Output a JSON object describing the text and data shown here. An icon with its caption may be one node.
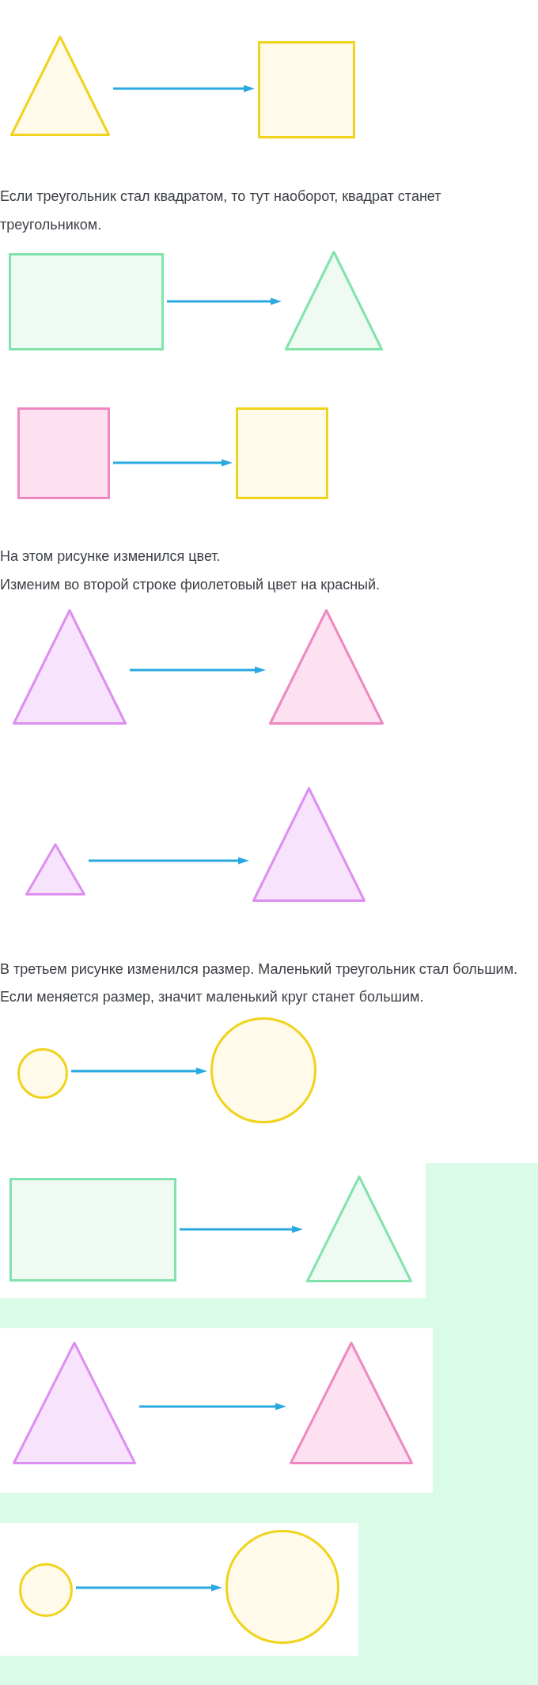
{
  "diagram": {
    "nodes": [
      {
        "text": [],
        "shape": "triangle"
      },
      {
        "text": [],
        "shape": "square"
      },
      {
        "text": [],
        "shape": "rectangle"
      },
      {
        "text": [],
        "shape": "triangle"
      },
      {
        "text": [],
        "shape": "square"
      },
      {
        "text": [],
        "shape": "square"
      },
      {
        "text": [],
        "shape": "triangle"
      },
      {
        "text": [],
        "shape": "triangle"
      },
      {
        "text": [],
        "shape": "triangle"
      },
      {
        "text": [],
        "shape": "triangle"
      },
      {
        "text": [],
        "shape": "circle"
      },
      {
        "text": [],
        "shape": "circle"
      },
      {
        "text": [],
        "shape": "rectangle"
      },
      {
        "text": [],
        "shape": "triangle"
      },
      {
        "text": [],
        "shape": "triangle"
      },
      {
        "text": [],
        "shape": "triangle"
      },
      {
        "text": [],
        "shape": "circle"
      },
      {
        "text": [],
        "shape": "circle"
      }
    ],
    "edges": [
      {
        "from": 0,
        "to": 1,
        "arrow": "to"
      },
      {
        "from": 2,
        "to": 3,
        "arrow": "to"
      },
      {
        "from": 4,
        "to": 5,
        "arrow": "to"
      },
      {
        "from": 6,
        "to": 7,
        "arrow": "to"
      },
      {
        "from": 8,
        "to": 9,
        "arrow": "to"
      },
      {
        "from": 10,
        "to": 11,
        "arrow": "to"
      },
      {
        "from": 12,
        "to": 13,
        "arrow": "to"
      },
      {
        "from": 14,
        "to": 15,
        "arrow": "to"
      },
      {
        "from": 16,
        "to": 17,
        "arrow": "to"
      }
    ],
    "labels": [
      "Если треугольник стал квадратом, то тут наоборот, квадрат станет треугольником.",
      "На этом рисунке изменился цвет.",
      "Изменим во второй строке фиолетовый цвет на красный.",
      "В третьем рисунке изменился размер. Маленький треугольник стал большим.",
      "Если меняется размер, значит маленький круг станет большим."
    ]
  }
}
